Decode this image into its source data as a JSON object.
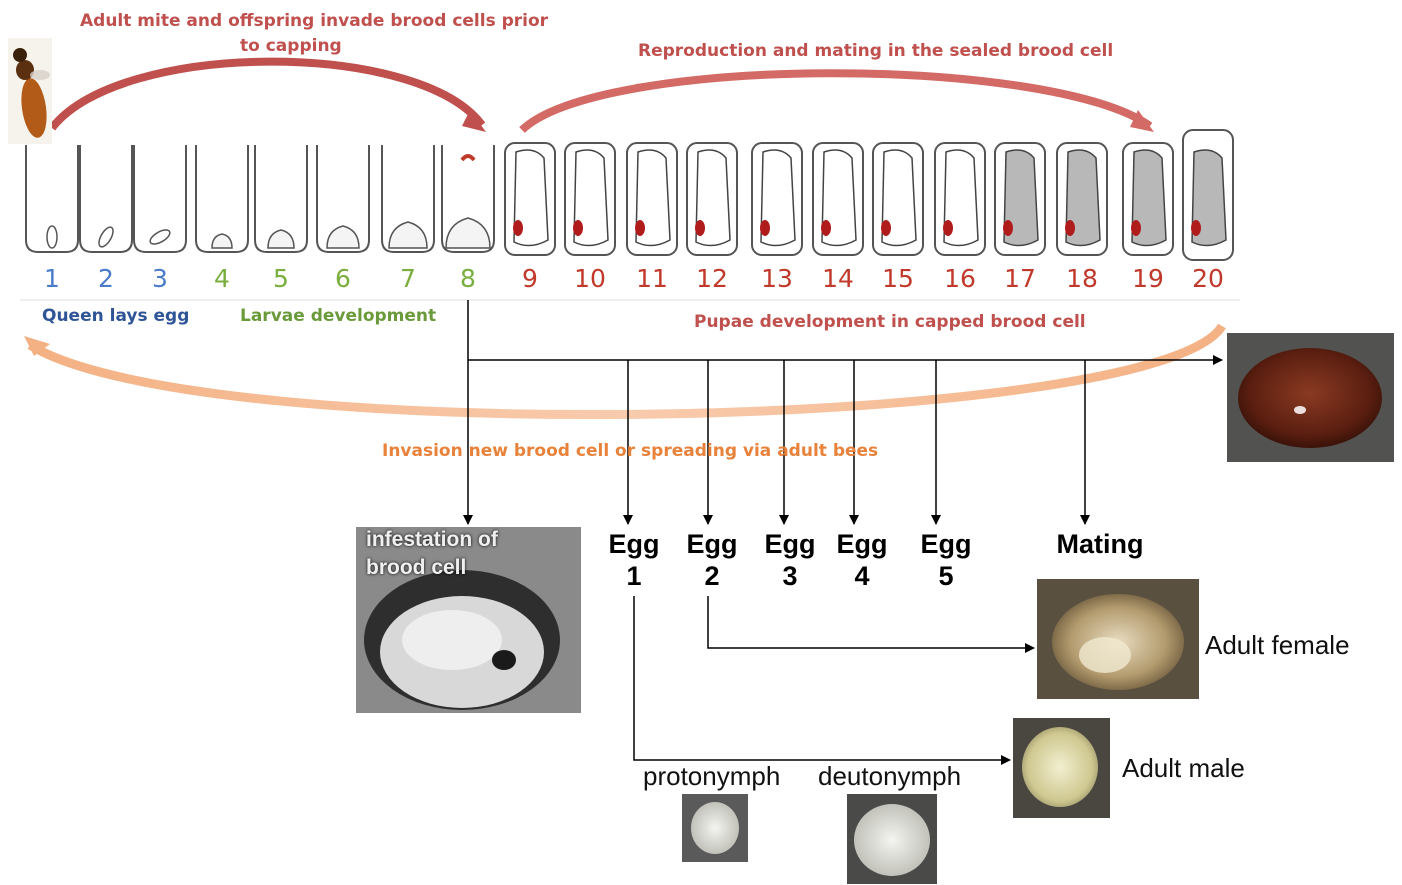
{
  "captions": {
    "invade_line1": "Adult mite and offspring invade brood cells prior",
    "invade_line2": "to capping",
    "reproduction": "Reproduction and mating in the sealed brood cell",
    "queen_lays": "Queen lays egg",
    "larvae": "Larvae development",
    "pupae": "Pupae development in capped brood cell",
    "invasion": "Invasion new brood cell or spreading via adult bees"
  },
  "stages": [
    {
      "num": "1",
      "color": "#4a7bc8"
    },
    {
      "num": "2",
      "color": "#4a7bc8"
    },
    {
      "num": "3",
      "color": "#4a7bc8"
    },
    {
      "num": "4",
      "color": "#7aae3e"
    },
    {
      "num": "5",
      "color": "#7aae3e"
    },
    {
      "num": "6",
      "color": "#7aae3e"
    },
    {
      "num": "7",
      "color": "#7aae3e"
    },
    {
      "num": "8",
      "color": "#7aae3e"
    },
    {
      "num": "9",
      "color": "#c0392b"
    },
    {
      "num": "10",
      "color": "#c0392b"
    },
    {
      "num": "11",
      "color": "#c0392b"
    },
    {
      "num": "12",
      "color": "#c0392b"
    },
    {
      "num": "13",
      "color": "#c0392b"
    },
    {
      "num": "14",
      "color": "#c0392b"
    },
    {
      "num": "15",
      "color": "#c0392b"
    },
    {
      "num": "16",
      "color": "#c0392b"
    },
    {
      "num": "17",
      "color": "#c0392b"
    },
    {
      "num": "18",
      "color": "#c0392b"
    },
    {
      "num": "19",
      "color": "#c0392b"
    },
    {
      "num": "20",
      "color": "#c0392b"
    }
  ],
  "photos": {
    "infestation_line1": "infestation of",
    "infestation_line2": "brood cell"
  },
  "eggs": [
    {
      "label": "Egg",
      "num": "1"
    },
    {
      "label": "Egg",
      "num": "2"
    },
    {
      "label": "Egg",
      "num": "3"
    },
    {
      "label": "Egg",
      "num": "4"
    },
    {
      "label": "Egg",
      "num": "5"
    }
  ],
  "mating": "Mating",
  "labels": {
    "adult_female": "Adult female",
    "adult_male": "Adult male",
    "protonymph": "protonymph",
    "deutonymph": "deutonymph"
  }
}
